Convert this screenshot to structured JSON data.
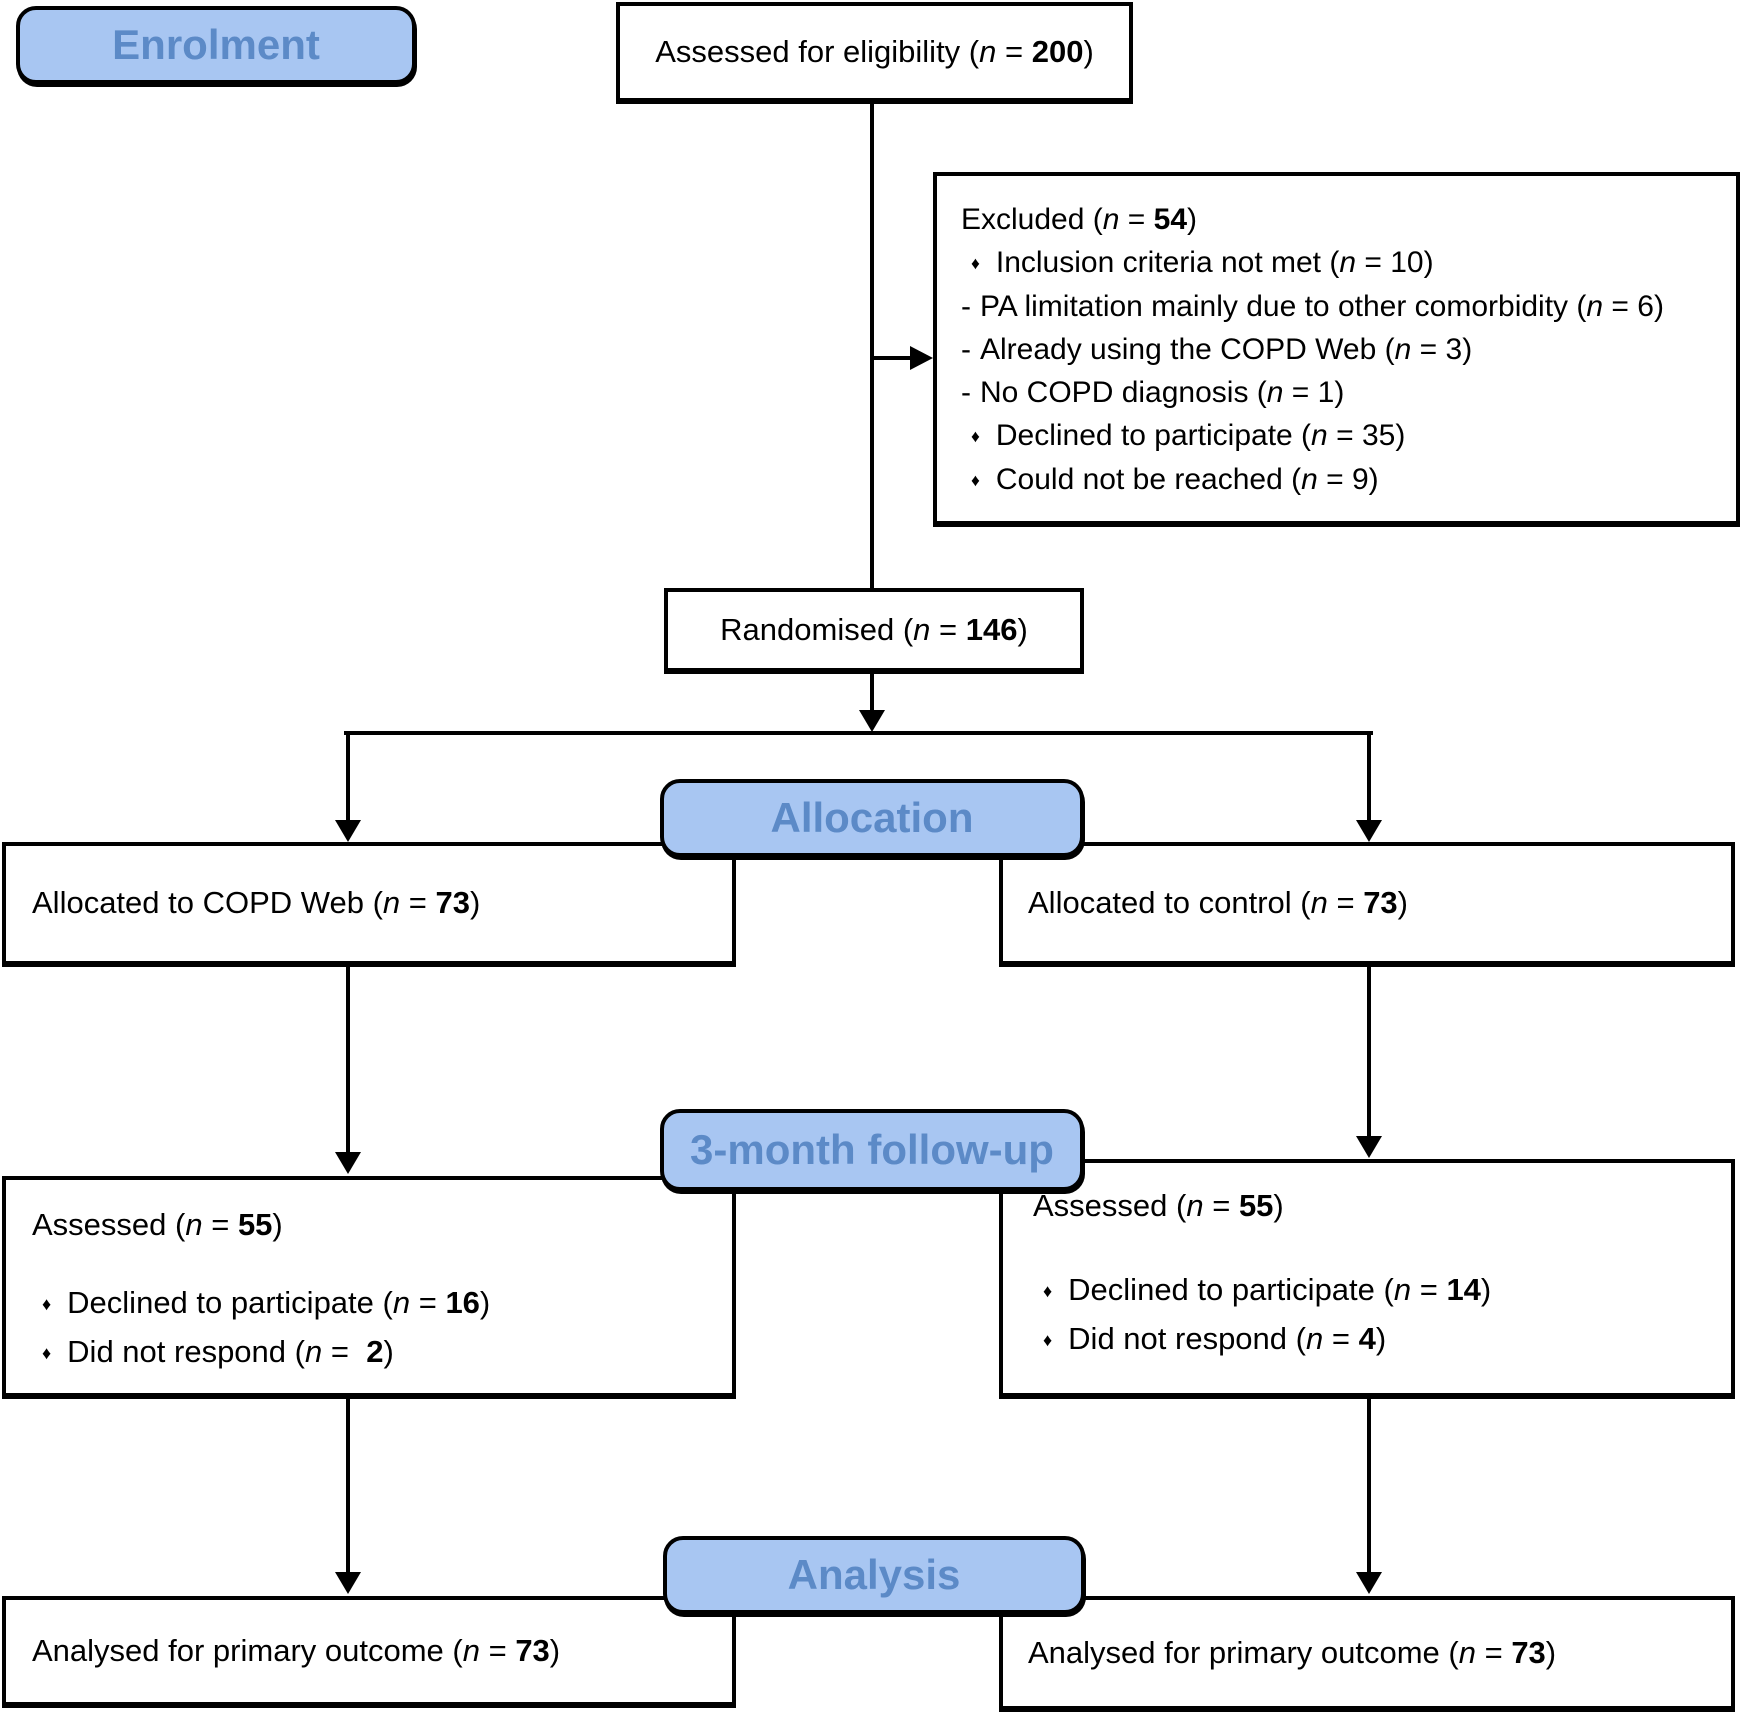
{
  "colors": {
    "badge_bg": "#A8C6F2",
    "badge_text": "#5C8AC7",
    "line": "#000000",
    "box_bg": "#FFFFFF"
  },
  "badges": {
    "enrolment": "Enrolment",
    "allocation": "Allocation",
    "followup": "3-month follow-up",
    "analysis": "Analysis"
  },
  "labels": {
    "eligibility": {
      "pre": "Assessed for eligibility (",
      "n": "n",
      "eq": " = ",
      "num": "200",
      "suf": ")"
    },
    "excluded_title": {
      "pre": "Excluded  (",
      "n": "n",
      "eq": " = ",
      "num": "54",
      "suf": ")"
    },
    "excluded_items": [
      {
        "bullet": "♦",
        "pre": "Inclusion criteria not met (",
        "n": "n",
        "eq": " = ",
        "num": "10",
        "suf": ")"
      },
      {
        "bullet": "-",
        "pre": "PA limitation mainly due to other comorbidity (",
        "n": "n",
        "eq": " = ",
        "num": "6",
        "suf": ")"
      },
      {
        "bullet": "-",
        "pre": "Already using the COPD Web (",
        "n": "n",
        "eq": " = ",
        "num": "3",
        "suf": ")"
      },
      {
        "bullet": "-",
        "pre": "No COPD diagnosis (",
        "n": "n",
        "eq": " = ",
        "num": "1",
        "suf": ")"
      },
      {
        "bullet": "♦",
        "pre": "Declined to participate (",
        "n": "n",
        "eq": " = ",
        "num": "35",
        "suf": ")"
      },
      {
        "bullet": "♦",
        "pre": "Could not be reached (",
        "n": "n",
        "eq": " = ",
        "num": "9",
        "suf": ")"
      }
    ],
    "randomised": {
      "pre": "Randomised (",
      "n": "n",
      "eq": " = ",
      "num": "146",
      "suf": ")"
    },
    "alloc_web": {
      "pre": "Allocated to COPD Web (",
      "n": "n",
      "eq": " =  ",
      "num": "73",
      "suf": ")"
    },
    "alloc_control": {
      "pre": "Allocated to control (",
      "n": "n",
      "eq": " = ",
      "num": "73",
      "suf": ")"
    },
    "fu_web_title": {
      "pre": "Assessed (",
      "n": "n",
      "eq": " = ",
      "num": "55",
      "suf": ")"
    },
    "fu_web_items": [
      {
        "bullet": "♦",
        "pre": "Declined to participate (",
        "n": "n",
        "eq": " = ",
        "num": "16",
        "suf": ")"
      },
      {
        "bullet": "♦",
        "pre": "Did not respond (",
        "n": "n",
        "eq": " =  ",
        "num": "2",
        "suf": ")"
      }
    ],
    "fu_control_title": {
      "pre": "Assessed (",
      "n": "n",
      "eq": " = ",
      "num": "55",
      "suf": ")"
    },
    "fu_control_items": [
      {
        "bullet": "♦",
        "pre": "Declined to participate (",
        "n": "n",
        "eq": " = ",
        "num": "14",
        "suf": ")"
      },
      {
        "bullet": "♦",
        "pre": "Did not respond (",
        "n": "n",
        "eq": " = ",
        "num": "4",
        "suf": ")"
      }
    ],
    "analysed_web": {
      "pre": "Analysed for primary outcome (",
      "n": "n",
      "eq": " = ",
      "num": "73",
      "suf": ")"
    },
    "analysed_control": {
      "pre": "Analysed for primary outcome (",
      "n": "n",
      "eq": " = ",
      "num": "73",
      "suf": ")"
    }
  }
}
